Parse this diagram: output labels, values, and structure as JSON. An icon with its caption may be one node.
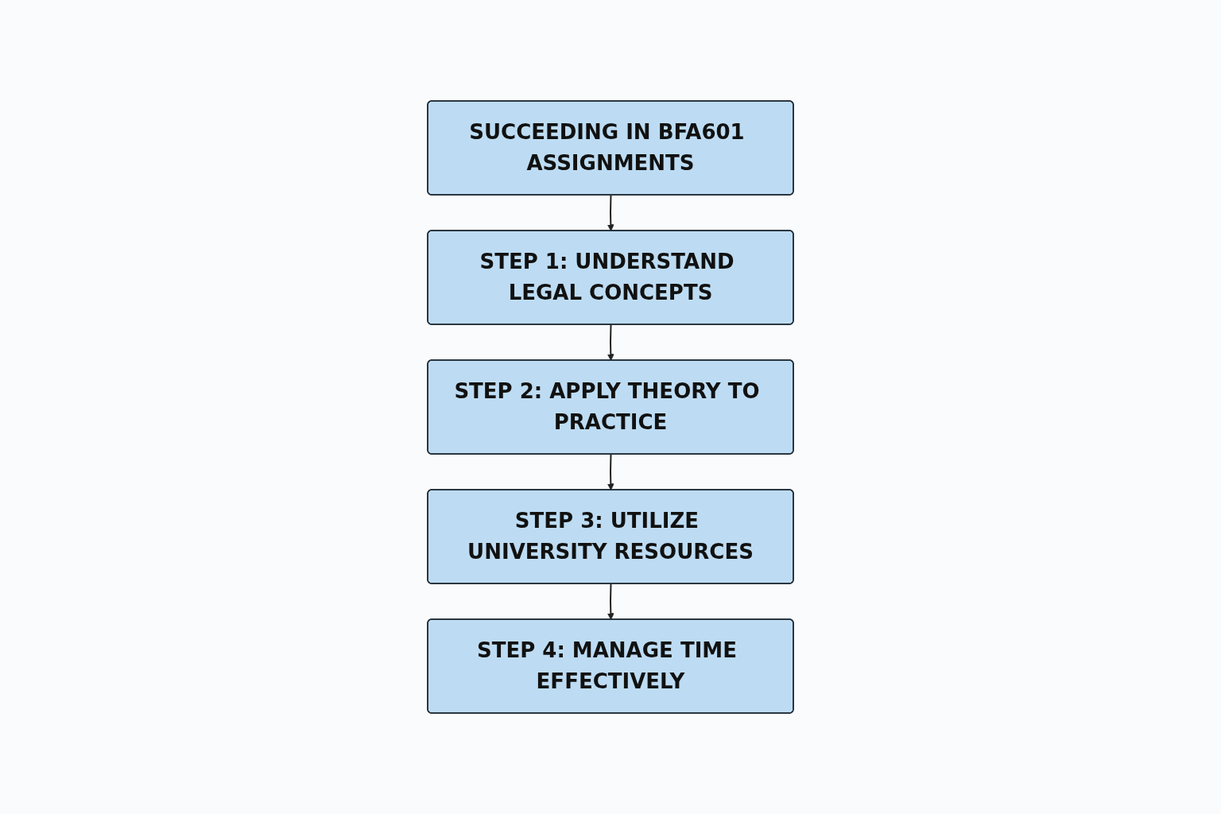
{
  "diagram": {
    "nodes": [
      {
        "text": [
          "SUCCEEDING IN BFA601 ASSIGNMENTS"
        ]
      },
      {
        "text": [
          "STEP 1: UNDERSTAND LEGAL CONCEPTS"
        ]
      },
      {
        "text": [
          "STEP 2: APPLY THEORY TO PRACTICE"
        ]
      },
      {
        "text": [
          "STEP 3: UTILIZE UNIVERSITY RESOURCES"
        ]
      },
      {
        "text": [
          "STEP 4: MANAGE TIME EFFECTIVELY"
        ]
      }
    ],
    "edges": [
      {
        "from": 0,
        "to": 1,
        "arrow": "to"
      },
      {
        "from": 1,
        "to": 2,
        "arrow": "to"
      },
      {
        "from": 2,
        "to": 3,
        "arrow": "to"
      },
      {
        "from": 3,
        "to": 4,
        "arrow": "to"
      }
    ]
  }
}
